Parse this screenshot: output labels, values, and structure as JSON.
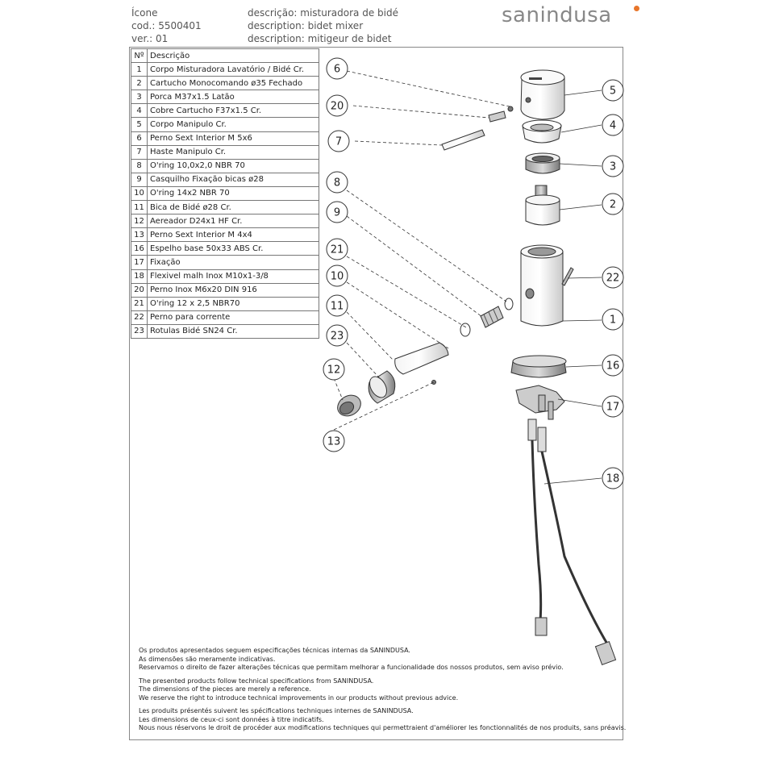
{
  "header": {
    "left": [
      "Ícone",
      "cod.: 5500401",
      "ver.: 01"
    ],
    "right": [
      "descrição: misturadora de bidé",
      "description:  bidet mixer",
      "description: mitigeur de bidet"
    ],
    "brand_main": "sanindusa",
    "brand_accent": "#e8762b",
    "brand_color": "#888888"
  },
  "table": {
    "header": {
      "no": "Nº",
      "desc": "Descrição"
    },
    "rows": [
      {
        "no": "1",
        "desc": "Corpo Misturadora Lavatório / Bidé Cr."
      },
      {
        "no": "2",
        "desc": "Cartucho Monocomando ø35 Fechado"
      },
      {
        "no": "3",
        "desc": "Porca M37x1.5 Latão"
      },
      {
        "no": "4",
        "desc": "Cobre Cartucho F37x1.5 Cr."
      },
      {
        "no": "5",
        "desc": "Corpo Manipulo Cr."
      },
      {
        "no": "6",
        "desc": "Perno Sext Interior M 5x6"
      },
      {
        "no": "7",
        "desc": "Haste Manipulo Cr."
      },
      {
        "no": "8",
        "desc": "O'ring 10,0x2,0 NBR 70"
      },
      {
        "no": "9",
        "desc": "Casquilho Fixação bicas ø28"
      },
      {
        "no": "10",
        "desc": "O'ring 14x2 NBR 70"
      },
      {
        "no": "11",
        "desc": "Bica de Bidé ø28 Cr."
      },
      {
        "no": "12",
        "desc": "Aereador D24x1 HF Cr."
      },
      {
        "no": "13",
        "desc": "Perno Sext Interior M 4x4"
      },
      {
        "no": "16",
        "desc": "Espelho base 50x33 ABS Cr."
      },
      {
        "no": "17",
        "desc": "Fixação"
      },
      {
        "no": "18",
        "desc": "Flexivel malh Inox M10x1-3/8"
      },
      {
        "no": "20",
        "desc": "Perno Inox M6x20 DIN 916"
      },
      {
        "no": "21",
        "desc": "O'ring 12 x 2,5 NBR70"
      },
      {
        "no": "22",
        "desc": "Perno para corrente"
      },
      {
        "no": "23",
        "desc": "Rotulas Bidé SN24 Cr."
      }
    ]
  },
  "callouts": {
    "c1": "1",
    "c2": "2",
    "c3": "3",
    "c4": "4",
    "c5": "5",
    "c6": "6",
    "c7": "7",
    "c8": "8",
    "c9": "9",
    "c10": "10",
    "c11": "11",
    "c12": "12",
    "c13": "13",
    "c16": "16",
    "c17": "17",
    "c18": "18",
    "c20": "20",
    "c21": "21",
    "c22": "22",
    "c23": "23"
  },
  "notes": {
    "pt": [
      "Os produtos apresentados seguem especificações técnicas internas da SANINDUSA.",
      "As dimensões são meramente indicativas.",
      "Reservamos o direito de fazer alterações técnicas que permitam melhorar a funcionalidade dos nossos produtos, sem aviso prévio."
    ],
    "en": [
      "The presented products follow technical specifications from SANINDUSA.",
      "The dimensions of the pieces are merely a reference.",
      "We reserve the right to introduce technical improvements in our products without previous advice."
    ],
    "fr": [
      "Les produits présentés suivent les spécifications techniques internes de SANINDUSA.",
      "Les dimensions de ceux-ci sont données à titre indicatifs.",
      "Nous nous réservons le droit de procéder aux modifications techniques qui permettraient d'améliorer les fonctionnalités de nos produits, sans préavis."
    ]
  }
}
